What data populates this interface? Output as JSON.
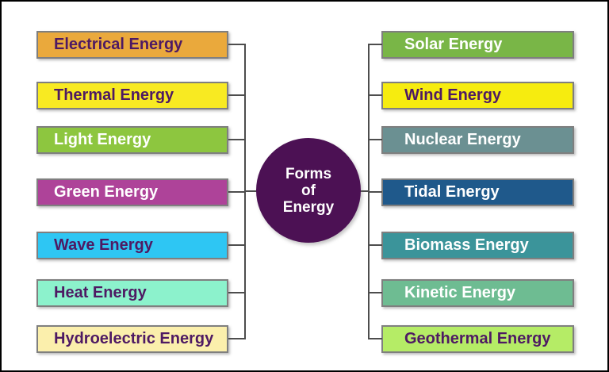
{
  "diagram": {
    "center": {
      "title_lines": [
        "Forms",
        "of",
        "Energy"
      ],
      "bg": "#4c1154",
      "text_color": "#ffffff"
    },
    "colors": {
      "background": "#ffffff",
      "frame_border": "#000000",
      "connector": "#4d4d4d",
      "box_border": "#7f7f7f",
      "purple_text": "#4e1a63",
      "white_text": "#ffffff"
    },
    "left_items": [
      {
        "label": "Electrical Energy",
        "bg": "#eaa93c",
        "text_color": "#4e1a63"
      },
      {
        "label": "Thermal Energy",
        "bg": "#f8ea22",
        "text_color": "#4e1a63"
      },
      {
        "label": "Light Energy",
        "bg": "#8dc63f",
        "text_color": "#ffffff"
      },
      {
        "label": "Green Energy",
        "bg": "#ae4399",
        "text_color": "#ffffff"
      },
      {
        "label": "Wave Energy",
        "bg": "#2ec6f3",
        "text_color": "#4e1a63"
      },
      {
        "label": "Heat Energy",
        "bg": "#8cf2cc",
        "text_color": "#4e1a63"
      },
      {
        "label": "Hydroelectric Energy",
        "bg": "#fbefac",
        "text_color": "#4e1a63"
      }
    ],
    "right_items": [
      {
        "label": "Solar Energy",
        "bg": "#79b647",
        "text_color": "#ffffff"
      },
      {
        "label": "Wind Energy",
        "bg": "#f6ec0f",
        "text_color": "#4e1a63"
      },
      {
        "label": "Nuclear Energy",
        "bg": "#6b9092",
        "text_color": "#ffffff"
      },
      {
        "label": "Tidal Energy",
        "bg": "#1f598b",
        "text_color": "#ffffff"
      },
      {
        "label": "Biomass Energy",
        "bg": "#3b949a",
        "text_color": "#ffffff"
      },
      {
        "label": "Kinetic Energy",
        "bg": "#6ebc92",
        "text_color": "#ffffff"
      },
      {
        "label": "Geothermal Energy",
        "bg": "#b5ec66",
        "text_color": "#4e1a63"
      }
    ]
  }
}
